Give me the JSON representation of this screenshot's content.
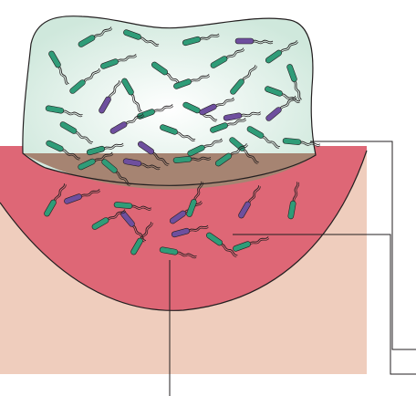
{
  "diagram": {
    "colors": {
      "background": "#ffffff",
      "tissue": "#efcdbd",
      "inflamed_region": "#de6776",
      "biofilm_mass": "#cfe8dc",
      "biofilm_glow": "#ffffff",
      "overlap_zone": "#a68472",
      "outline": "#231f20",
      "leader_line": "#231f20",
      "bacteria_green": "#2f9c78",
      "bacteria_purple": "#6e4f9e",
      "flagella": "#231f20"
    },
    "regions": [
      {
        "name": "tissue-region",
        "label": ""
      },
      {
        "name": "inflamed-region",
        "label": ""
      },
      {
        "name": "biofilm-region",
        "label": ""
      }
    ],
    "leader_lines": [
      {
        "name": "leader-line-biofilm",
        "label": ""
      },
      {
        "name": "leader-line-invasion",
        "label": ""
      },
      {
        "name": "leader-line-tissue",
        "label": ""
      }
    ],
    "bacteria_icon": "rod-shaped-bacterium-icon"
  }
}
